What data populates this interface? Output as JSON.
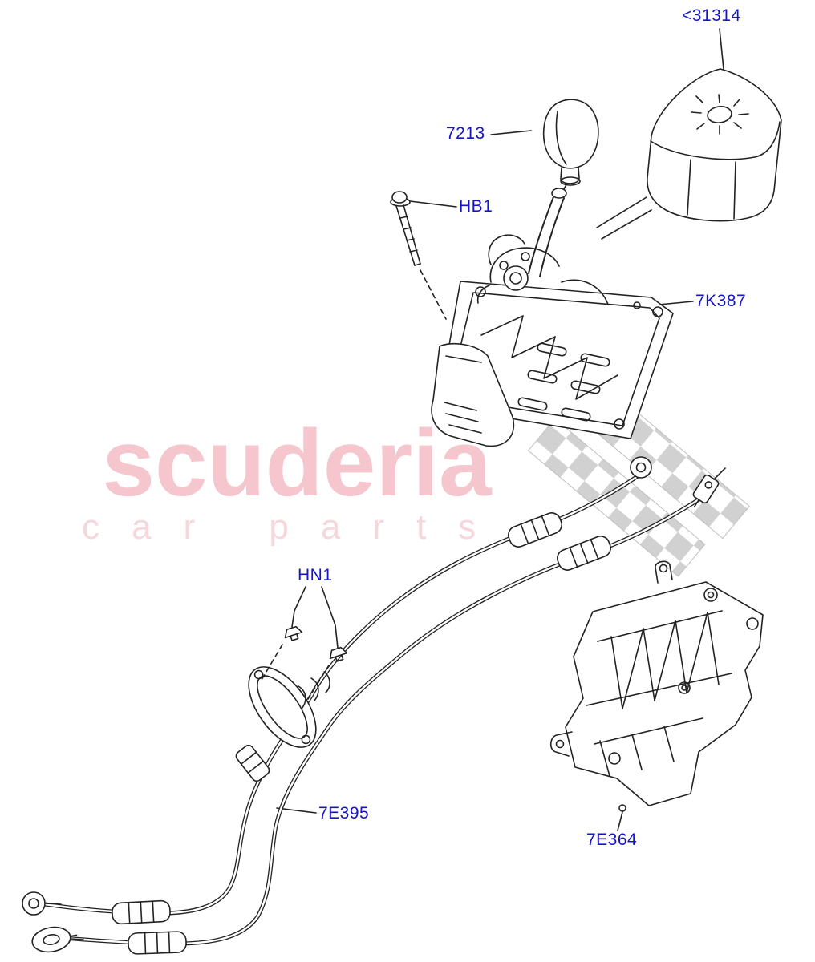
{
  "labels": {
    "cover": "<31314",
    "knob": "7213",
    "bolt": "HB1",
    "shifter": "7K387",
    "clips": "HN1",
    "cables": "7E395",
    "bracket": "7E364"
  },
  "watermark": {
    "title": "scuderia",
    "subtitle": "car parts"
  },
  "colors": {
    "label_blue": "#1414c8",
    "line_dark": "#222222",
    "watermark_pink": "#f5c6ce",
    "watermark_pink_light": "#f6d8dc",
    "checker_gray": "#c9c9c9"
  }
}
